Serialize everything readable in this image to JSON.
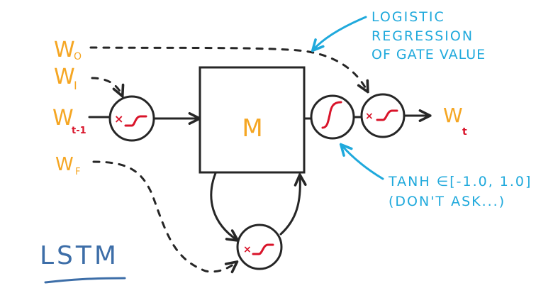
{
  "title": "LSTM",
  "colors": {
    "inputs": "#f5a623",
    "subscript": "#d9142a",
    "annotation": "#1fa9dc",
    "title": "#3d6ea8",
    "lines": "#262626"
  },
  "inputs": {
    "w_o": {
      "base": "W",
      "sub": "O"
    },
    "w_i": {
      "base": "W",
      "sub": "I"
    },
    "w_prev": {
      "base": "W",
      "sub": "t-1"
    },
    "w_f": {
      "base": "W",
      "sub": "F"
    }
  },
  "output": {
    "base": "W",
    "sub": "t"
  },
  "memory_cell": {
    "label": "M"
  },
  "gates": {
    "input_gate": {
      "symbol": "×",
      "function": "sigmoid"
    },
    "tanh_gate": {
      "function": "tanh"
    },
    "output_gate": {
      "symbol": "×",
      "function": "sigmoid"
    },
    "forget_gate": {
      "symbol": "×",
      "function": "sigmoid"
    }
  },
  "annotations": {
    "logistic": [
      "LOGISTIC",
      "REGRESSION",
      "OF GATE VALUE"
    ],
    "tanh": [
      "TANH ∈[-1.0, 1.0]",
      "(DON'T ASK...)"
    ]
  }
}
